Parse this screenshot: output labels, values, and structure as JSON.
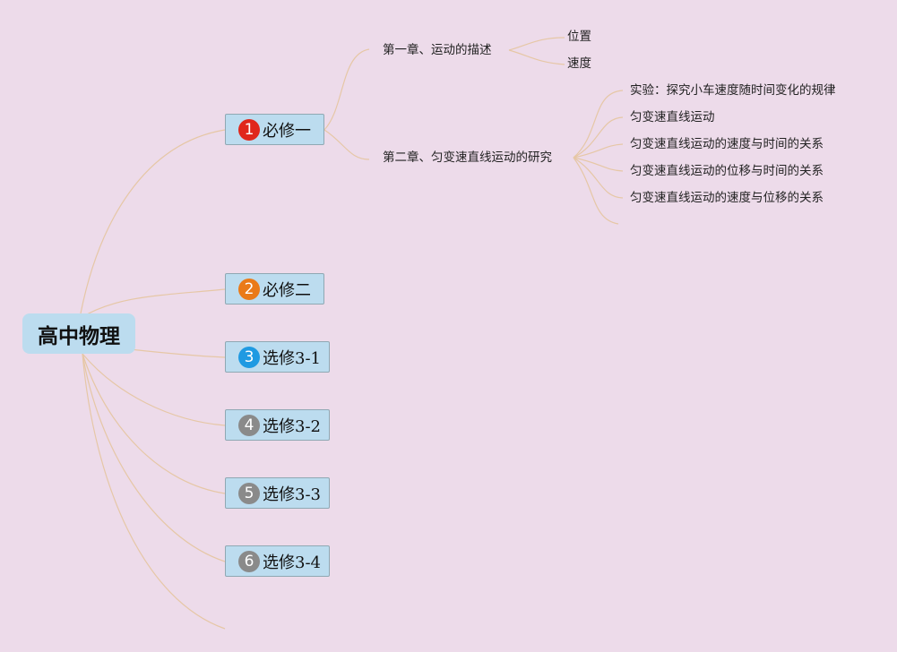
{
  "root": {
    "label": "高中物理"
  },
  "branches": [
    {
      "number": "1",
      "label": "必修一",
      "badge_color": "#e0271b"
    },
    {
      "number": "2",
      "label": "必修二",
      "badge_color": "#ea7a18"
    },
    {
      "number": "3",
      "label": "选修3-1",
      "badge_color": "#1f9ae2"
    },
    {
      "number": "4",
      "label": "选修3-2",
      "badge_color": "#8a8a8a"
    },
    {
      "number": "5",
      "label": "选修3-3",
      "badge_color": "#8a8a8a"
    },
    {
      "number": "6",
      "label": "选修3-4",
      "badge_color": "#8a8a8a"
    }
  ],
  "chapters": [
    {
      "label": "第一章、运动的描述",
      "topics": [
        "位置",
        "速度"
      ]
    },
    {
      "label": "第二章、匀变速直线运动的研究",
      "topics": [
        "实验：探究小车速度随时间变化的规律",
        "匀变速直线运动",
        "匀变速直线运动的速度与时间的关系",
        "匀变速直线运动的位移与时间的关系",
        "匀变速直线运动的速度与位移的关系"
      ]
    }
  ],
  "colors": {
    "background": "#eddbea",
    "node_fill": "#bcdcef",
    "connector": "#e8c9a8"
  }
}
